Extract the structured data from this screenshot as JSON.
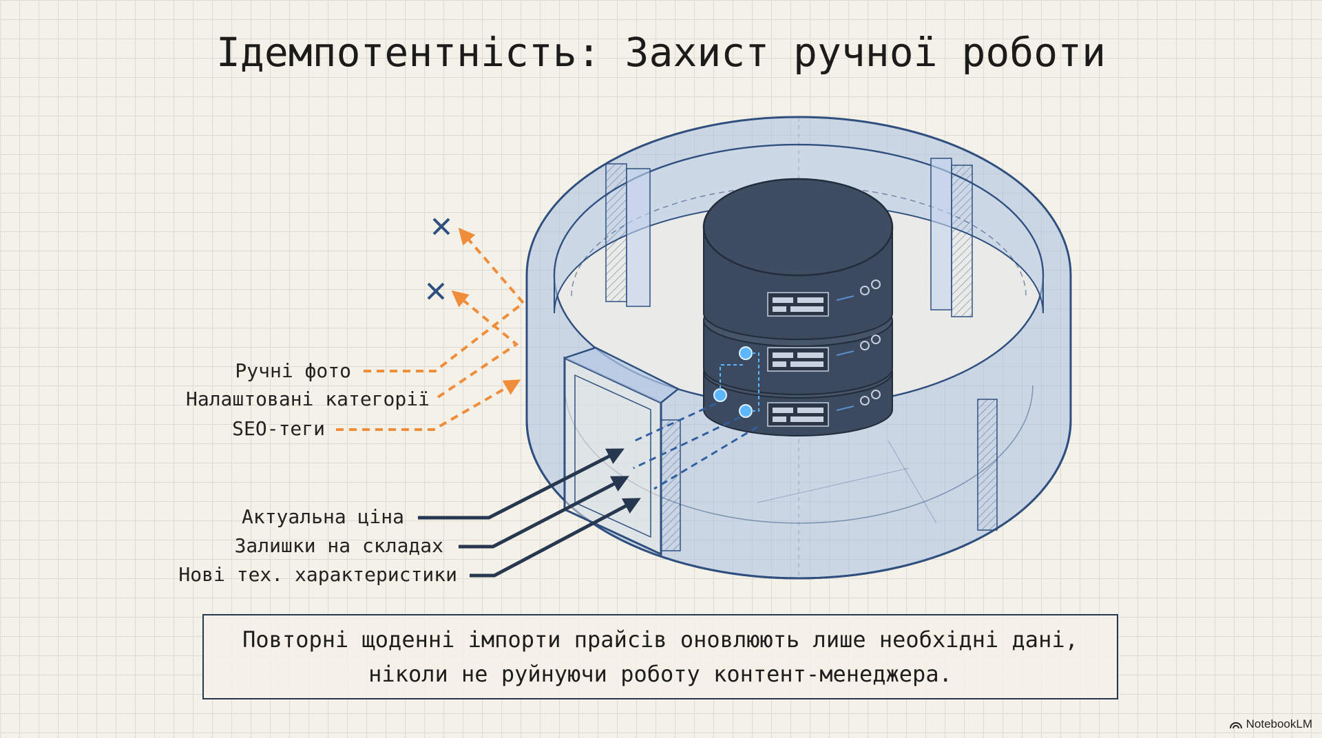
{
  "title": "Ідемпотентність: Захист ручної роботи",
  "protected_fields": [
    {
      "label": "Ручні фото"
    },
    {
      "label": "Налаштовані категорії"
    },
    {
      "label": "SEO-теги"
    }
  ],
  "updated_fields": [
    {
      "label": "Актуальна ціна"
    },
    {
      "label": "Залишки на складах"
    },
    {
      "label": "Нові тех. характеристики"
    }
  ],
  "caption": "Повторні щоденні імпорти прайсів оновлюють лише необхідні дані, ніколи не руйнуючи роботу контент-менеджера.",
  "brand": "NotebookLM",
  "colors": {
    "background": "#f4f1e8",
    "grid": "#dedbd2",
    "ring_fill": "#9fb7dc",
    "ring_stroke": "#2f4f7f",
    "server_body": "#3c4a5f",
    "server_top": "#465569",
    "accent_orange": "#ef8d3a",
    "arrow_navy": "#27374f",
    "led_blue": "#5cb7ff",
    "reject_mark": "#2f4f7f"
  },
  "icons": {
    "reject": "x-mark-icon",
    "brand": "notebooklm-logo-icon"
  }
}
